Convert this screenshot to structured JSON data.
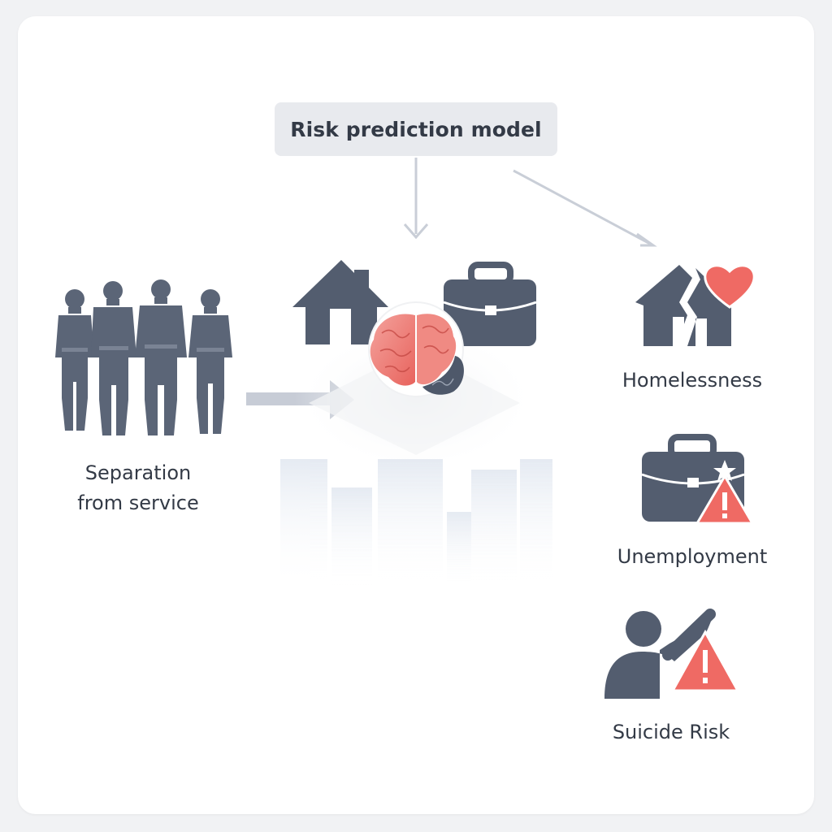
{
  "model": {
    "title": "Risk prediction model"
  },
  "source": {
    "label_line1": "Separation",
    "label_line2": "from service"
  },
  "outcomes": [
    {
      "label": "Homelessness",
      "icon": "broken-house-heart-icon"
    },
    {
      "label": "Unemployment",
      "icon": "briefcase-warning-icon"
    },
    {
      "label": "Suicide Risk",
      "icon": "person-warning-icon"
    }
  ],
  "colors": {
    "icon_slate": "#535d6f",
    "accent_red": "#ef6a64",
    "arrow_gray": "#c9ced7",
    "text": "#333a46"
  }
}
